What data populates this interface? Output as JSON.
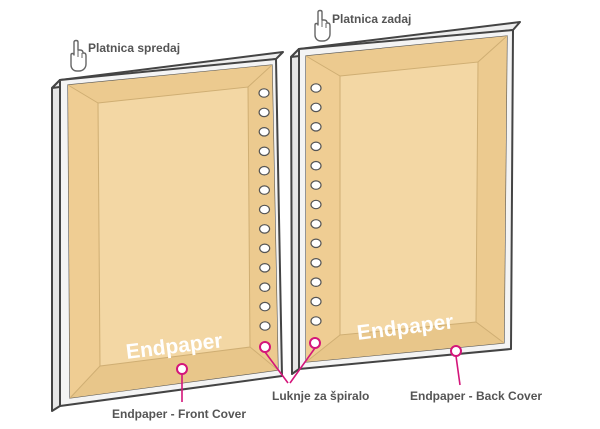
{
  "labels": {
    "front_cover": "Platnica spredaj",
    "back_cover": "Platnica zadaj",
    "endpaper_front_panel": "Endpaper",
    "endpaper_back_panel": "Endpaper",
    "endpaper_front_callout": "Endpaper - Front Cover",
    "endpaper_back_callout": "Endpaper - Back Cover",
    "spiral_holes": "Luknje za špiralo"
  },
  "colors": {
    "endpaper_fill": "#f2d39e",
    "endpaper_bevel": "#e9c98f",
    "cover_frame": "#f4f4f4",
    "outline": "#444444",
    "callout": "#d4157a",
    "label_text": "#555555"
  },
  "icons": {
    "front_cover_marker": "pointer-hand-icon",
    "back_cover_marker": "pointer-hand-icon"
  },
  "spiral_hole_count": 13
}
